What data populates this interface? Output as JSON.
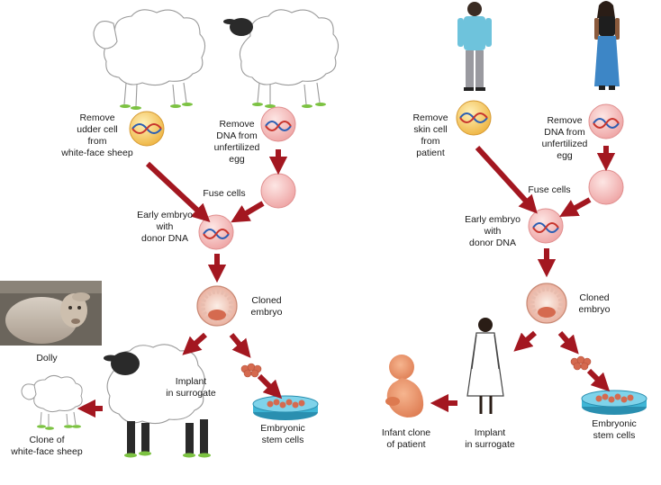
{
  "colors": {
    "arrow": "#a31720",
    "cell_fill": "#f7c2c2",
    "cell_edge": "#e08f8f",
    "udder_cell": "#f5c96a",
    "dna_blue": "#2b5fb4",
    "dna_red": "#c8352d",
    "dish": "#3fb6d6",
    "grass": "#7cc242"
  },
  "left": {
    "remove_udder": "Remove\nudder cell\nfrom\nwhite-face sheep",
    "remove_dna": "Remove\nDNA from\nunfertilized\negg",
    "fuse": "Fuse cells",
    "early_embryo": "Early embryo\nwith\ndonor DNA",
    "cloned_embryo": "Cloned\nembryo",
    "dolly": "Dolly",
    "implant": "Implant\nin surrogate",
    "stem_cells": "Embryonic\nstem cells",
    "clone": "Clone of\nwhite-face sheep"
  },
  "right": {
    "remove_skin": "Remove\nskin cell\nfrom\npatient",
    "remove_dna": "Remove\nDNA from\nunfertilized\negg",
    "fuse": "Fuse cells",
    "early_embryo": "Early embryo\nwith\ndonor DNA",
    "cloned_embryo": "Cloned\nembryo",
    "infant": "Infant clone\nof patient",
    "implant": "Implant\nin surrogate",
    "stem_cells": "Embryonic\nstem cells"
  }
}
